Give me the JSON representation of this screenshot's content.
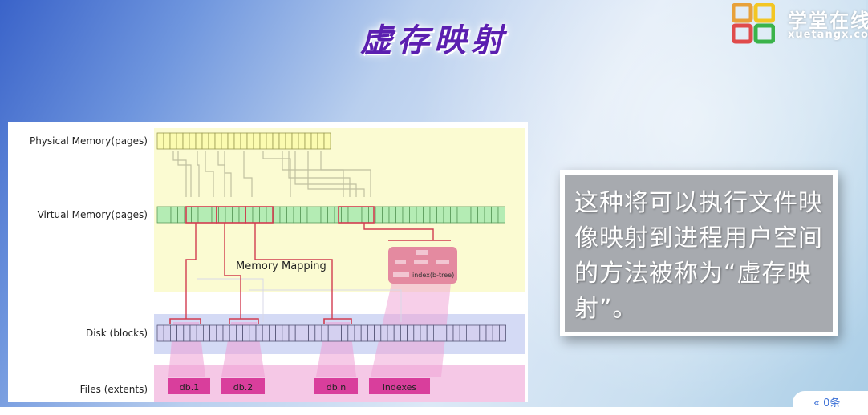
{
  "header": {
    "title": "虚存映射",
    "logo_cn": "学堂在线",
    "logo_en": "xuetangx.com"
  },
  "diagram": {
    "rows": {
      "physical": "Physical Memory(pages)",
      "virtual": "Virtual Memory(pages)",
      "disk": "Disk (blocks)",
      "files": "Files (extents)"
    },
    "memory_mapping_label": "Memory Mapping",
    "index_label": "index(b-tree)",
    "files": [
      "db.1",
      "db.2",
      "db.n",
      "indexes"
    ]
  },
  "note": {
    "text": "这种将可以执行文件映像映射到进程用户空间的方法被称为“虚存映射”。"
  },
  "corner": {
    "text": "« 0条"
  },
  "colors": {
    "title": "#5b1fb0",
    "physical_page": "#fbfbb0",
    "virtual_page": "#b4ecb4",
    "disk_block": "#d4d0f0",
    "highlight": "#d23c50",
    "file_box": "#d93e9c",
    "zone_yellow": "#fbfbd2",
    "zone_blue": "#d4daf5",
    "zone_pink": "#f5c8e6"
  }
}
